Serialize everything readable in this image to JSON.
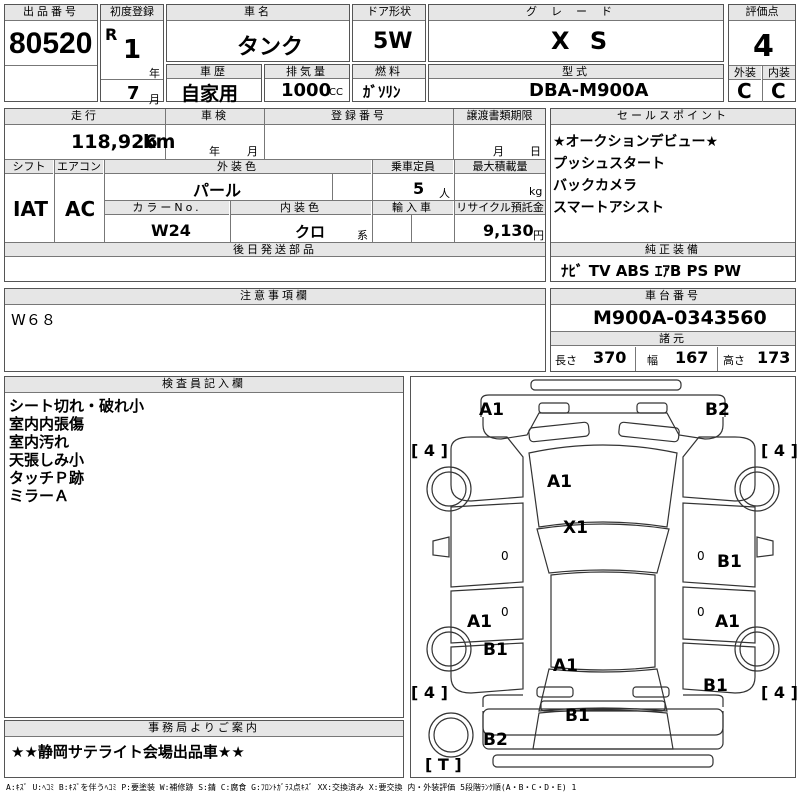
{
  "lot": {
    "label": "出品番号",
    "value": "80520"
  },
  "first_reg": {
    "label": "初度登録",
    "era": "R",
    "year": "1",
    "year_unit": "年",
    "month": "7",
    "month_unit": "月"
  },
  "car_name": {
    "label": "車名",
    "value": "タンク"
  },
  "door": {
    "label": "ドア形状",
    "value": "5W"
  },
  "grade": {
    "label": "グレード",
    "value": "X S"
  },
  "score": {
    "label": "評価点",
    "value": "4",
    "ext_label": "外装",
    "ext": "C",
    "int_label": "内装",
    "int": "C"
  },
  "history": {
    "label": "車歴",
    "value": "自家用"
  },
  "displacement": {
    "label": "排気量",
    "value": "1000",
    "unit": "CC"
  },
  "fuel": {
    "label": "燃料",
    "value": "ｶﾞｿﾘﾝ"
  },
  "model": {
    "label": "型式",
    "value": "DBA-M900A"
  },
  "mileage": {
    "label": "走行",
    "value": "118,926",
    "unit": "km"
  },
  "inspection": {
    "label": "車検",
    "year_unit": "年",
    "month_unit": "月"
  },
  "reg_no": {
    "label": "登録番号"
  },
  "transfer": {
    "label": "譲渡書類期限",
    "month_unit": "月",
    "day_unit": "日"
  },
  "shift": {
    "label": "シフト",
    "value": "IAT"
  },
  "aircon": {
    "label": "エアコン",
    "value": "AC"
  },
  "ext_color": {
    "label": "外装色",
    "value": "パール"
  },
  "capacity": {
    "label": "乗車定員",
    "value": "5",
    "unit": "人"
  },
  "load": {
    "label": "最大積載量",
    "unit": "kg"
  },
  "color_no": {
    "label": "カラーNo.",
    "value": "W24"
  },
  "int_color": {
    "label": "内装色",
    "value": "クロ",
    "unit": "系"
  },
  "import": {
    "label": "輸入車"
  },
  "recycle": {
    "label": "リサイクル預託金",
    "value": "9,130",
    "unit": "円"
  },
  "later_parts": {
    "label": "後日発送部品"
  },
  "sales_points": {
    "label": "セールスポイント",
    "items": [
      "★オークションデビュー★",
      "プッシュスタート",
      "バックカメラ",
      "スマートアシスト"
    ]
  },
  "equipment": {
    "label": "純正装備",
    "value": "ﾅﾋﾞ TV ABS ｴｱB PS PW"
  },
  "notes": {
    "label": "注意事項欄",
    "value": "W６８"
  },
  "chassis": {
    "label": "車台番号",
    "value": "M900A-0343560"
  },
  "specs": {
    "label": "諸元",
    "length_label": "長さ",
    "length": "370",
    "width_label": "幅",
    "width": "167",
    "height_label": "高さ",
    "height": "173"
  },
  "inspector": {
    "label": "検査員記入欄",
    "lines": [
      "シート切れ・破れ小",
      "室内内張傷",
      "室内汚れ",
      "天張しみ小",
      "タッチＰ跡",
      "ミラーＡ"
    ]
  },
  "office": {
    "label": "事務局よりご案内",
    "value": "★★静岡サテライト会場出品車★★"
  },
  "diagram": {
    "marks": [
      {
        "id": "a1-front-left",
        "text": "A1"
      },
      {
        "id": "b2-front-right",
        "text": "B2"
      },
      {
        "id": "a1-hood",
        "text": "A1"
      },
      {
        "id": "x1-windshield",
        "text": "X1"
      },
      {
        "id": "b1-right-front-door",
        "text": "B1"
      },
      {
        "id": "a1-left-rear-door",
        "text": "A1"
      },
      {
        "id": "a1-right-rear-door",
        "text": "A1"
      },
      {
        "id": "b1-left-rear-wheel",
        "text": "B1"
      },
      {
        "id": "a1-roof-rear",
        "text": "A1"
      },
      {
        "id": "b1-right-rear",
        "text": "B1"
      },
      {
        "id": "b1-rear-bumper",
        "text": "B1"
      },
      {
        "id": "b2-rear-left",
        "text": "B2"
      }
    ],
    "tires": [
      "[ 4 ]",
      "[ 4 ]",
      "[ 4 ]",
      "[ 4 ]"
    ],
    "spare": "[ T ]",
    "zeros": [
      "0",
      "0",
      "0",
      "0"
    ]
  },
  "legend": "A:ｷｽﾞ U:ﾍｺﾐ B:ｷｽﾞを伴うﾍｺﾐ P:要塗装 W:補修跡 S:錆 C:腐食 G:ﾌﾛﾝﾄｶﾞﾗｽ点ｷｽﾞ XX:交換済み X:要交換 内・外装評価 5段階ﾗﾝｸ順(A・B・C・D・E) 1"
}
